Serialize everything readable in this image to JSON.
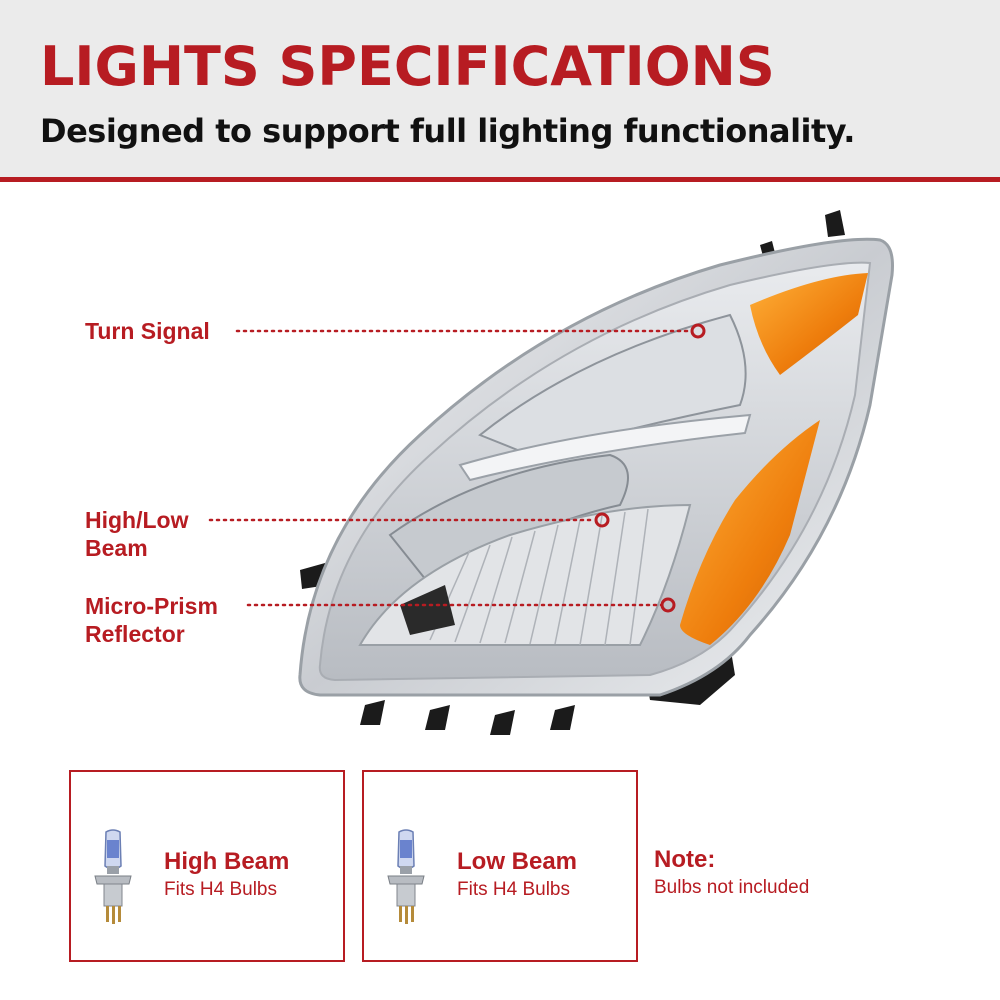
{
  "header": {
    "title": "LIGHTS SPECIFICATIONS",
    "subtitle": "Designed to support full lighting functionality."
  },
  "callouts": [
    {
      "label": "Turn Signal"
    },
    {
      "label_line1": "High/Low",
      "label_line2": "Beam"
    },
    {
      "label_line1": "Micro-Prism",
      "label_line2": "Reflector"
    }
  ],
  "bulb_boxes": [
    {
      "title": "High Beam",
      "subtitle": "Fits H4 Bulbs",
      "icon": "h4-bulb-icon"
    },
    {
      "title": "Low Beam",
      "subtitle": "Fits H4 Bulbs",
      "icon": "h4-bulb-icon"
    }
  ],
  "note": {
    "title": "Note:",
    "text": "Bulbs not included"
  },
  "colors": {
    "accent": "#b71c22",
    "header_bg": "#ebebeb",
    "amber": "#f08a12",
    "chrome": "#d6d8dc"
  }
}
